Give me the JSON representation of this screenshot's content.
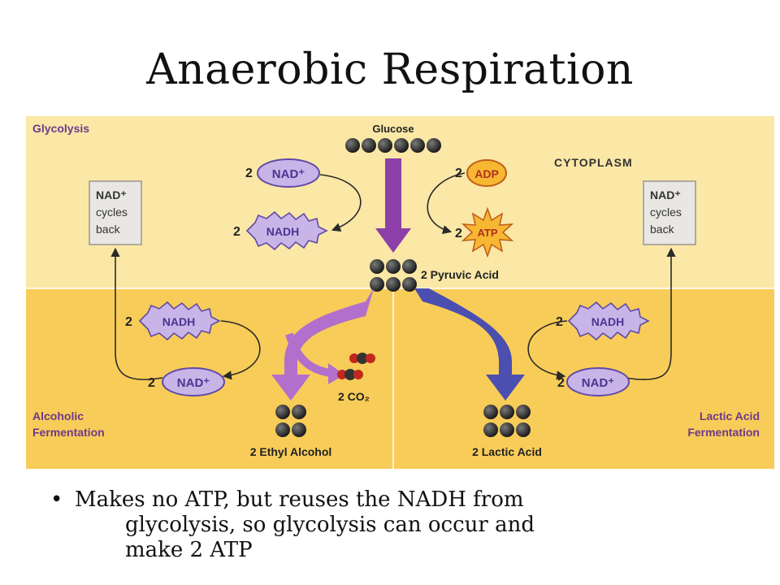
{
  "title": "Anaerobic Respiration",
  "diagram": {
    "glycolysis_label": "Glycolysis",
    "cytoplasm_label": "CYTOPLASM",
    "glucose_label": "Glucose",
    "pyruvic_label": "2 Pyruvic Acid",
    "nad_cycle_left": [
      "NAD⁺",
      "cycles",
      "back"
    ],
    "nad_cycle_right": [
      "NAD⁺",
      "cycles",
      "back"
    ],
    "coef": "2",
    "nad_plus": "NAD⁺",
    "nadh": "NADH",
    "adp": "ADP",
    "atp": "ATP",
    "co2_label": "2 CO₂",
    "alcoholic_label": [
      "Alcoholic",
      "Fermentation"
    ],
    "lactic_label": [
      "Lactic Acid",
      "Fermentation"
    ],
    "ethyl_label": "2 Ethyl Alcohol",
    "lactic_acid_label": "2 Lactic Acid",
    "colors": {
      "top_bg": "#fbe7a6",
      "bottom_bg": "#f8cc58",
      "text_purple": "#6e3a8a",
      "oval_fill": "#c9b4e8",
      "oval_stroke": "#5f4aa6",
      "arrow_purple": "#8c3fa8",
      "arrow_lilac": "#b26fcb",
      "arrow_blue": "#4a4fb0",
      "atp_fill": "#f7b733"
    }
  },
  "bullet": {
    "lines": [
      "Makes no ATP, but reuses the NADH from",
      "glycolysis, so glycolysis can occur and",
      "make 2 ATP"
    ]
  }
}
